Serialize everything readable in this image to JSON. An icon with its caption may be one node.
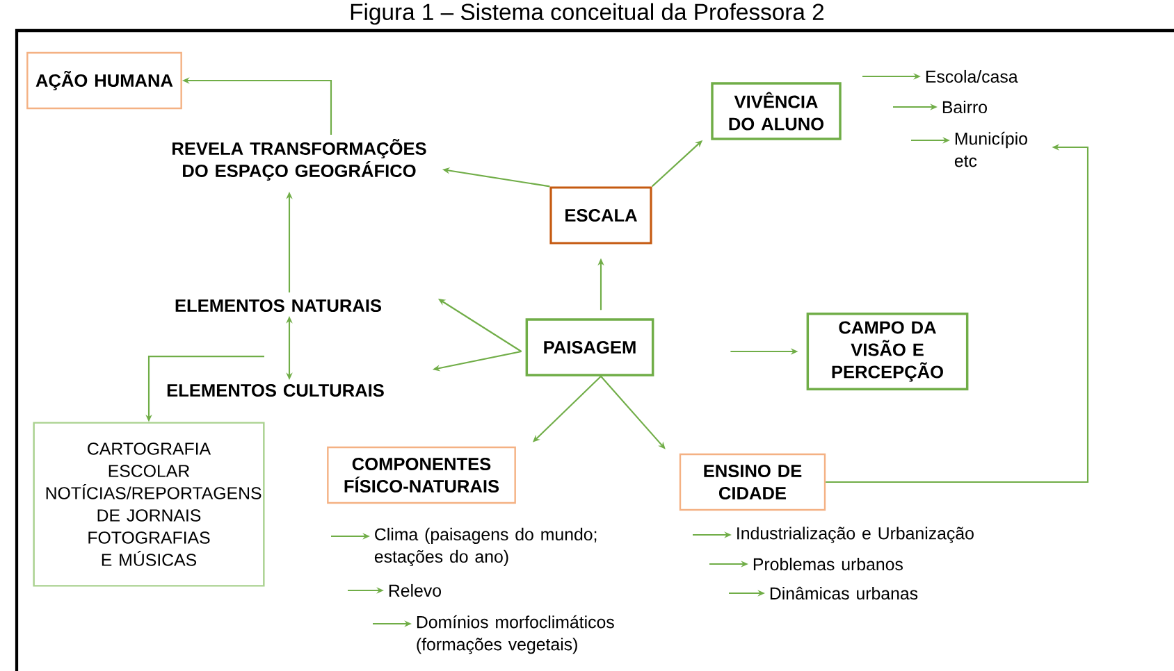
{
  "diagram": {
    "title": "Figura 1 – Sistema conceitual da Professora 2",
    "nodes": [
      {
        "text": [
          "AÇÃO HUMANA"
        ]
      },
      {
        "text": [
          "REVELA TRANSFORMAÇÕES DO ESPAÇO GEOGRÁFICO"
        ]
      },
      {
        "text": [
          "ESCALA"
        ]
      },
      {
        "text": [
          "VIVÊNCIA DO ALUNO"
        ]
      },
      {
        "text": [
          "Escola/casa"
        ]
      },
      {
        "text": [
          "Bairro"
        ]
      },
      {
        "text": [
          "Município etc"
        ]
      },
      {
        "text": [
          "ELEMENTOS NATURAIS"
        ]
      },
      {
        "text": [
          "PAISAGEM"
        ]
      },
      {
        "text": [
          "CAMPO DA VISÃO E PERCEPÇÃO"
        ]
      },
      {
        "text": [
          "ELEMENTOS CULTURAIS"
        ]
      },
      {
        "text": [
          "CARTOGRAFIA ESCOLAR NOTÍCIAS/REPORTAGENS DE JORNAIS FOTOGRAFIAS E MÚSICAS"
        ]
      },
      {
        "text": [
          "COMPONENTES FÍSICO-NATURAIS"
        ]
      },
      {
        "text": [
          "ENSINO DE CIDADE"
        ]
      },
      {
        "text": [
          "Clima (paisagens do mundo; estações do ano)"
        ]
      },
      {
        "text": [
          "Relevo"
        ]
      },
      {
        "text": [
          "Domínios morfoclimáticos (formações vegetais)"
        ]
      },
      {
        "text": [
          "Industrialização e Urbanização"
        ]
      },
      {
        "text": [
          "Problemas urbanos"
        ]
      },
      {
        "text": [
          "Dinâmicas urbanas"
        ]
      }
    ],
    "edges": [
      {
        "from": 1,
        "to": 0,
        "arrow": "to"
      },
      {
        "from": 2,
        "to": 1,
        "arrow": "to"
      },
      {
        "from": 2,
        "to": 3,
        "arrow": "to"
      },
      {
        "from": 8,
        "to": 2,
        "arrow": "to"
      },
      {
        "from": 8,
        "to": 9,
        "arrow": "to"
      },
      {
        "from": 8,
        "to": 7,
        "arrow": "to"
      },
      {
        "from": 8,
        "to": 10,
        "arrow": "to"
      },
      {
        "from": 8,
        "to": 12,
        "arrow": "to"
      },
      {
        "from": 8,
        "to": 13,
        "arrow": "to"
      },
      {
        "from": 7,
        "to": 10,
        "arrow": "both"
      },
      {
        "from": 7,
        "to": 1,
        "arrow": "to"
      },
      {
        "from": 10,
        "to": 11,
        "arrow": "to"
      },
      {
        "from": null,
        "to": 4,
        "arrow": "to"
      },
      {
        "from": null,
        "to": 5,
        "arrow": "to"
      },
      {
        "from": null,
        "to": 6,
        "arrow": "to"
      },
      {
        "from": 13,
        "to": 6,
        "arrow": "to"
      },
      {
        "from": null,
        "to": 14,
        "arrow": "to"
      },
      {
        "from": null,
        "to": 15,
        "arrow": "to"
      },
      {
        "from": null,
        "to": 16,
        "arrow": "to"
      },
      {
        "from": null,
        "to": 17,
        "arrow": "to"
      },
      {
        "from": null,
        "to": 18,
        "arrow": "to"
      },
      {
        "from": null,
        "to": 19,
        "arrow": "to"
      }
    ]
  }
}
